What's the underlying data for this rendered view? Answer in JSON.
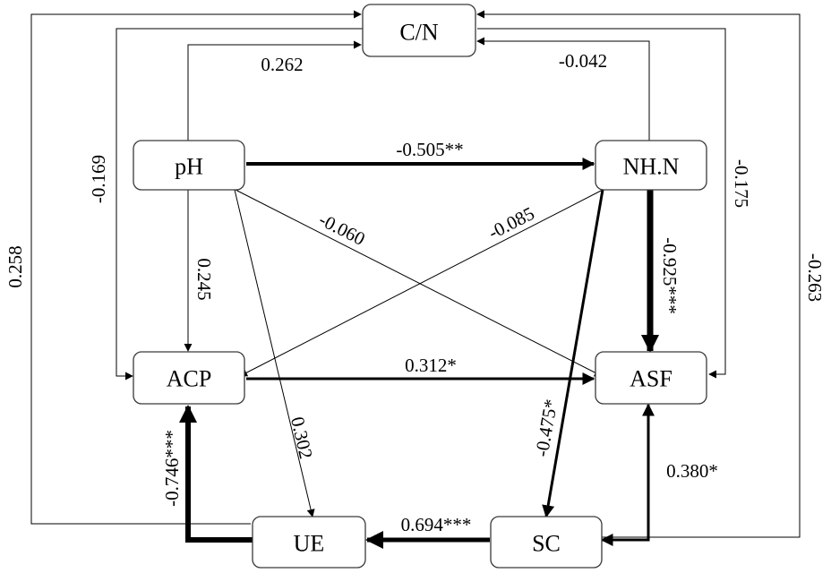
{
  "nodes": {
    "cn": "C/N",
    "ph": "pH",
    "nhn": "NH.N",
    "acp": "ACP",
    "asf": "ASF",
    "ue": "UE",
    "sc": "SC"
  },
  "paths": [
    {
      "from": "pH",
      "to": "C/N",
      "coefficient": "0.262"
    },
    {
      "from": "NH.N",
      "to": "C/N",
      "coefficient": "-0.042"
    },
    {
      "from": "C/N",
      "to": "ACP",
      "coefficient": "-0.169"
    },
    {
      "from": "C/N",
      "to": "ASF",
      "coefficient": "-0.175"
    },
    {
      "from": "UE",
      "to": "C/N",
      "coefficient": "0.258"
    },
    {
      "from": "SC",
      "to": "C/N",
      "coefficient": "-0.263"
    },
    {
      "from": "pH",
      "to": "NH.N",
      "coefficient": "-0.505**"
    },
    {
      "from": "pH",
      "to": "ACP",
      "coefficient": "0.245"
    },
    {
      "from": "pH",
      "to": "ASF",
      "coefficient": "-0.060"
    },
    {
      "from": "pH",
      "to": "UE",
      "coefficient": "0.302"
    },
    {
      "from": "NH.N",
      "to": "ACP",
      "coefficient": "-0.085"
    },
    {
      "from": "NH.N",
      "to": "ASF",
      "coefficient": "-0.925***"
    },
    {
      "from": "NH.N",
      "to": "SC",
      "coefficient": "-0.475*"
    },
    {
      "from": "ACP",
      "to": "ASF",
      "coefficient": "0.312*"
    },
    {
      "from": "UE",
      "to": "ACP",
      "coefficient": "-0.746***"
    },
    {
      "from": "SC",
      "to": "UE",
      "coefficient": "0.694***"
    },
    {
      "from": "SC",
      "to": "ASF",
      "coefficient": "0.380*"
    }
  ]
}
